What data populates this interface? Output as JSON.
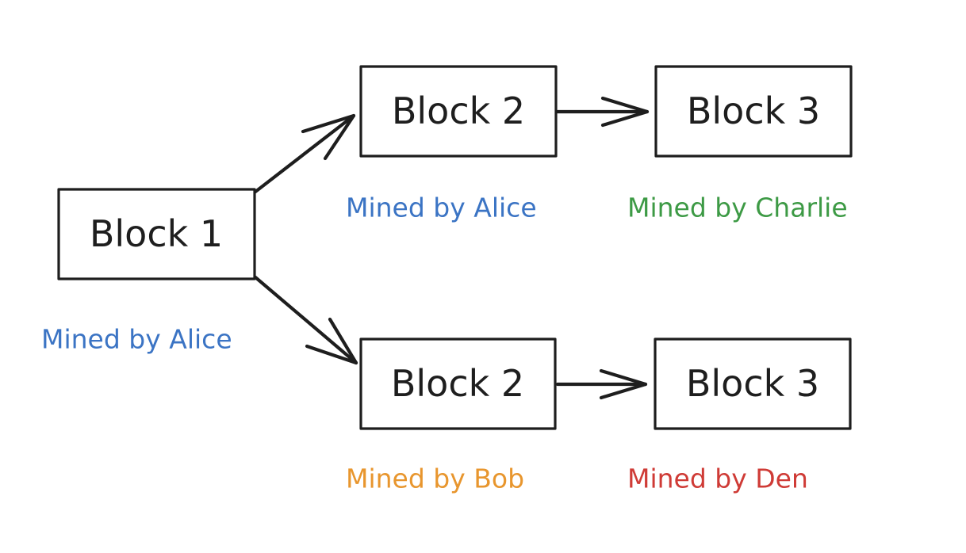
{
  "diagram": {
    "nodes": {
      "block1": {
        "label": "Block 1",
        "caption": "Mined by Alice",
        "caption_color": "#3b74c4"
      },
      "block2_top": {
        "label": "Block 2",
        "caption": "Mined by Alice",
        "caption_color": "#3b74c4"
      },
      "block3_top": {
        "label": "Block 3",
        "caption": "Mined by Charlie",
        "caption_color": "#3d9a45"
      },
      "block2_bottom": {
        "label": "Block 2",
        "caption": "Mined by Bob",
        "caption_color": "#e8962e"
      },
      "block3_bottom": {
        "label": "Block 3",
        "caption": "Mined by Den",
        "caption_color": "#cf3b36"
      }
    },
    "edges": [
      {
        "from": "block1",
        "to": "block2_top"
      },
      {
        "from": "block1",
        "to": "block2_bottom"
      },
      {
        "from": "block2_top",
        "to": "block3_top"
      },
      {
        "from": "block2_bottom",
        "to": "block3_bottom"
      }
    ],
    "stroke_color": "#1e1e1e"
  }
}
